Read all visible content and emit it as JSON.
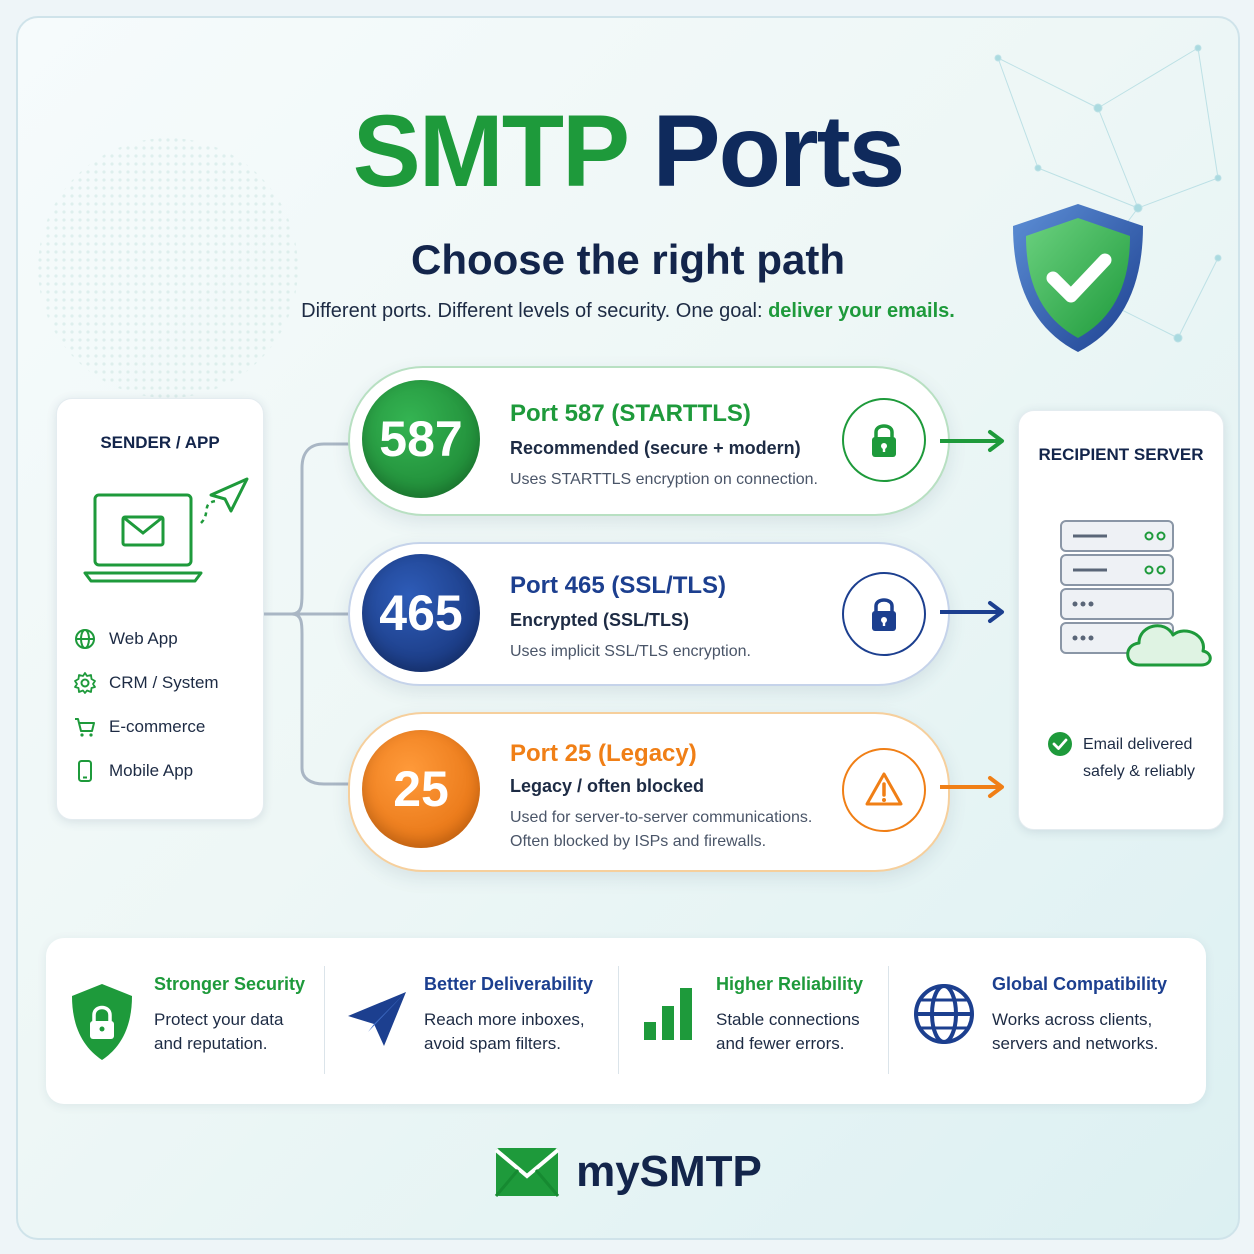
{
  "header": {
    "title_part1": "SMTP",
    "title_part2": "Ports",
    "subtitle": "Choose the right path",
    "tagline_prefix": "Different ports. Different levels of security. One goal:",
    "tagline_highlight": "deliver your emails."
  },
  "sender": {
    "heading": "SENDER / APP",
    "items": [
      {
        "label": "Web App",
        "icon": "globe-icon"
      },
      {
        "label": "CRM / System",
        "icon": "gear-icon"
      },
      {
        "label": "E-commerce",
        "icon": "cart-icon"
      },
      {
        "label": "Mobile App",
        "icon": "phone-icon"
      }
    ]
  },
  "ports": [
    {
      "number": "587",
      "title": "Port 587 (STARTTLS)",
      "subtitle": "Recommended (secure + modern)",
      "description": [
        "Uses STARTTLS encryption on connection."
      ],
      "color": "#1e9a3b",
      "icon": "lock-icon"
    },
    {
      "number": "465",
      "title": "Port 465 (SSL/TLS)",
      "subtitle": "Encrypted (SSL/TLS)",
      "description": [
        "Uses implicit SSL/TLS encryption."
      ],
      "color": "#1c3f8f",
      "icon": "lock-icon"
    },
    {
      "number": "25",
      "title": "Port 25 (Legacy)",
      "subtitle": "Legacy / often blocked",
      "description": [
        "Used for server-to-server communications.",
        "Often blocked by ISPs and firewalls."
      ],
      "color": "#f07f16",
      "icon": "warning-icon"
    }
  ],
  "recipient": {
    "heading": "RECIPIENT SERVER",
    "status_line1": "Email delivered",
    "status_line2": "safely & reliably"
  },
  "benefits": [
    {
      "title": "Stronger Security",
      "line1": "Protect your data",
      "line2": "and reputation.",
      "color": "#1e9a3b",
      "icon": "shield-lock-icon"
    },
    {
      "title": "Better Deliverability",
      "line1": "Reach more inboxes,",
      "line2": "avoid spam filters.",
      "color": "#1c3f8f",
      "icon": "paper-plane-icon"
    },
    {
      "title": "Higher Reliability",
      "line1": "Stable connections",
      "line2": "and fewer errors.",
      "color": "#1e9a3b",
      "icon": "bar-chart-icon"
    },
    {
      "title": "Global Compatibility",
      "line1": "Works across clients,",
      "line2": "servers and networks.",
      "color": "#1c3f8f",
      "icon": "globe-icon"
    }
  ],
  "brand": {
    "name": "mySMTP",
    "icon": "envelope-icon"
  }
}
